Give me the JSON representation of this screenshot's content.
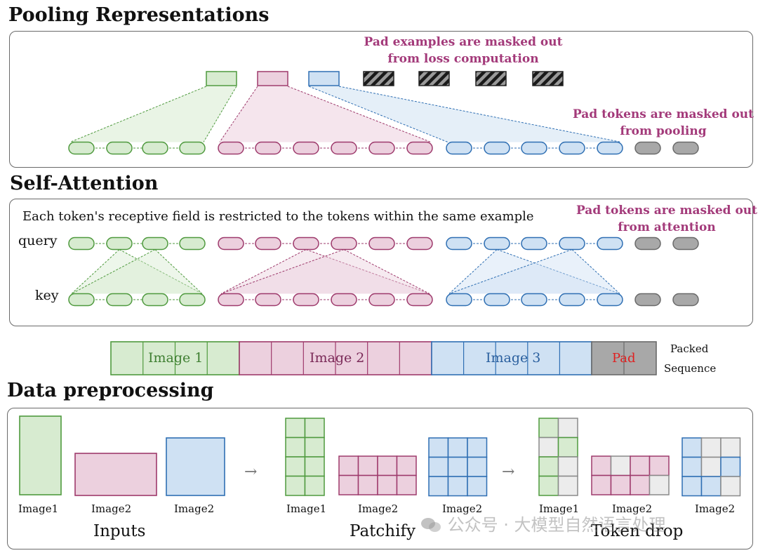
{
  "colors": {
    "green_fill": "#d7ebd0",
    "green_stroke": "#4f9a3e",
    "pink_fill": "#ecd0de",
    "pink_stroke": "#9e3a6c",
    "blue_fill": "#cfe1f3",
    "blue_stroke": "#2f6fb3",
    "gray_fill": "#a8a8a8",
    "gray_stroke": "#6a6a6a",
    "accent_magenta": "#a33a7a",
    "pad_red": "#e02020"
  },
  "pooling": {
    "title": "Pooling Representations",
    "note_examples": [
      "Pad examples are masked out",
      "from loss computation"
    ],
    "note_tokens": [
      "Pad tokens are masked out",
      "from pooling"
    ]
  },
  "attention": {
    "title": "Self-Attention",
    "description": "Each token's receptive field is restricted to the tokens within the same example",
    "note": [
      "Pad tokens are masked out",
      "from attention"
    ],
    "query_label": "query",
    "key_label": "key"
  },
  "packed": {
    "segments": [
      "Image 1",
      "Image 2",
      "Image 3",
      "Pad"
    ],
    "label_line1": "Packed",
    "label_line2": "Sequence"
  },
  "preprocessing": {
    "title": "Data preprocessing",
    "inputs": {
      "labels": [
        "Image1",
        "Image2",
        "Image2"
      ],
      "caption": "Inputs"
    },
    "patchify": {
      "labels": [
        "Image1",
        "Image2",
        "Image2"
      ],
      "caption": "Patchify"
    },
    "token_drop": {
      "labels": [
        "Image1",
        "Image2",
        "Image2"
      ],
      "caption": "Token drop"
    },
    "arrow": "→"
  },
  "watermark": "公众号 · 大模型自然语言处理"
}
